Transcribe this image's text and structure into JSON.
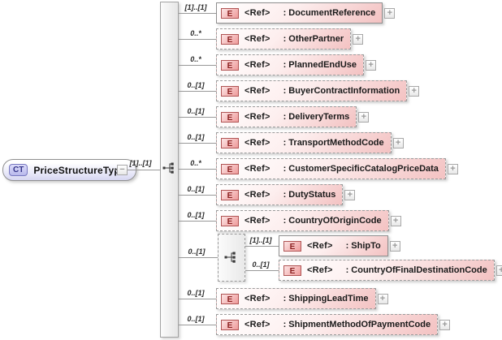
{
  "diagram": {
    "root": {
      "badge": "CT",
      "label": "PriceStructureType",
      "collapse_label": "−",
      "cardinality": "[1]..[1]"
    },
    "compositor": "sequence",
    "expand_label": "+",
    "colors": {
      "element_fill": "#f3c2c2",
      "element_border_required": "#8f8f8f",
      "element_border_optional": "#9c9c9c",
      "element_badge_border": "#b05454",
      "element_badge_text": "#8b2020",
      "root_fill": "#d6d6f1",
      "root_badge_fill": "#b9b9ec",
      "root_badge_border": "#7878c0",
      "connector_line": "#989898"
    },
    "elements": [
      {
        "kind": "element",
        "badge": "E",
        "ref_label": "<Ref>",
        "name_label": ": DocumentReference",
        "cardinality": "[1]..[1]",
        "optional": false
      },
      {
        "kind": "element",
        "badge": "E",
        "ref_label": "<Ref>",
        "name_label": ": OtherPartner",
        "cardinality": "0..*",
        "optional": true
      },
      {
        "kind": "element",
        "badge": "E",
        "ref_label": "<Ref>",
        "name_label": ": PlannedEndUse",
        "cardinality": "0..*",
        "optional": true
      },
      {
        "kind": "element",
        "badge": "E",
        "ref_label": "<Ref>",
        "name_label": ": BuyerContractInformation",
        "cardinality": "0..[1]",
        "optional": true
      },
      {
        "kind": "element",
        "badge": "E",
        "ref_label": "<Ref>",
        "name_label": ": DeliveryTerms",
        "cardinality": "0..[1]",
        "optional": true
      },
      {
        "kind": "element",
        "badge": "E",
        "ref_label": "<Ref>",
        "name_label": ": TransportMethodCode",
        "cardinality": "0..[1]",
        "optional": true
      },
      {
        "kind": "element",
        "badge": "E",
        "ref_label": "<Ref>",
        "name_label": ": CustomerSpecificCatalogPriceData",
        "cardinality": "0..*",
        "optional": true
      },
      {
        "kind": "element",
        "badge": "E",
        "ref_label": "<Ref>",
        "name_label": ": DutyStatus",
        "cardinality": "0..[1]",
        "optional": true
      },
      {
        "kind": "element",
        "badge": "E",
        "ref_label": "<Ref>",
        "name_label": ": CountryOfOriginCode",
        "cardinality": "0..[1]",
        "optional": true
      },
      {
        "kind": "group",
        "compositor": "sequence",
        "cardinality": "0..[1]",
        "optional": true,
        "children": [
          {
            "badge": "E",
            "ref_label": "<Ref>",
            "name_label": ": ShipTo",
            "cardinality": "[1]..[1]",
            "optional": false
          },
          {
            "badge": "E",
            "ref_label": "<Ref>",
            "name_label": ": CountryOfFinalDestinationCode",
            "cardinality": "0..[1]",
            "optional": true
          }
        ]
      },
      {
        "kind": "element",
        "badge": "E",
        "ref_label": "<Ref>",
        "name_label": ": ShippingLeadTime",
        "cardinality": "0..[1]",
        "optional": true
      },
      {
        "kind": "element",
        "badge": "E",
        "ref_label": "<Ref>",
        "name_label": ": ShipmentMethodOfPaymentCode",
        "cardinality": "0..[1]",
        "optional": true
      }
    ]
  }
}
